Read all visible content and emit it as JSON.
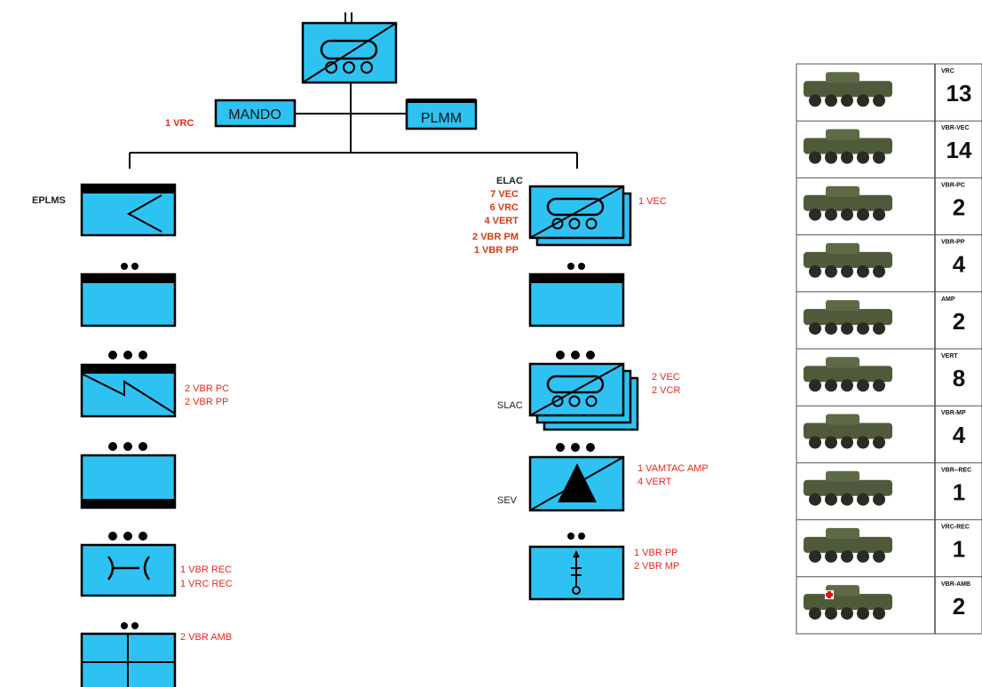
{
  "hq": {
    "mando_label": "MANDO",
    "plmm_label": "PLMM",
    "mando_note": "1 VRC"
  },
  "left_column": {
    "eplms_label": "EPLMS",
    "comms_notes": [
      "2 VBR PC",
      "2 VBR PP"
    ],
    "recovery_notes": [
      "1 VBR  REC",
      "1 VRC REC"
    ],
    "medical_note": "2 VBR AMB"
  },
  "right_column": {
    "elac_title": "ELAC",
    "elac_lines": [
      "7 VEC",
      "6 VRC",
      "4 VERT",
      "2 VBR PM",
      "1 VBR PP"
    ],
    "elac_side_note": "1 VEC",
    "slac_label": "SLAC",
    "slac_notes": [
      "2 VEC",
      "2 VCR"
    ],
    "sev_label": "SEV",
    "sev_notes": [
      "1 VAMTAC AMP",
      "4 VERT"
    ],
    "med_notes": [
      "1 VBR PP",
      "2 VBR MP"
    ]
  },
  "vehicle_table": {
    "rows": [
      {
        "type": "VRC",
        "count": "13"
      },
      {
        "type": "VBR-VEC",
        "count": "14"
      },
      {
        "type": "VBR-PC",
        "count": "2"
      },
      {
        "type": "VBR-PP",
        "count": "4"
      },
      {
        "type": "AMP",
        "count": "2"
      },
      {
        "type": "VERT",
        "count": "8"
      },
      {
        "type": "VBR-MP",
        "count": "4"
      },
      {
        "type": "VBR--REC",
        "count": "1"
      },
      {
        "type": "VRC-REC",
        "count": "1"
      },
      {
        "type": "VBR-AMB",
        "count": "2"
      }
    ]
  },
  "colors": {
    "unit_fill": "#2ec2f2",
    "note_red": "#e8261f",
    "note_orange": "#d43b14",
    "outline": "#000000"
  }
}
